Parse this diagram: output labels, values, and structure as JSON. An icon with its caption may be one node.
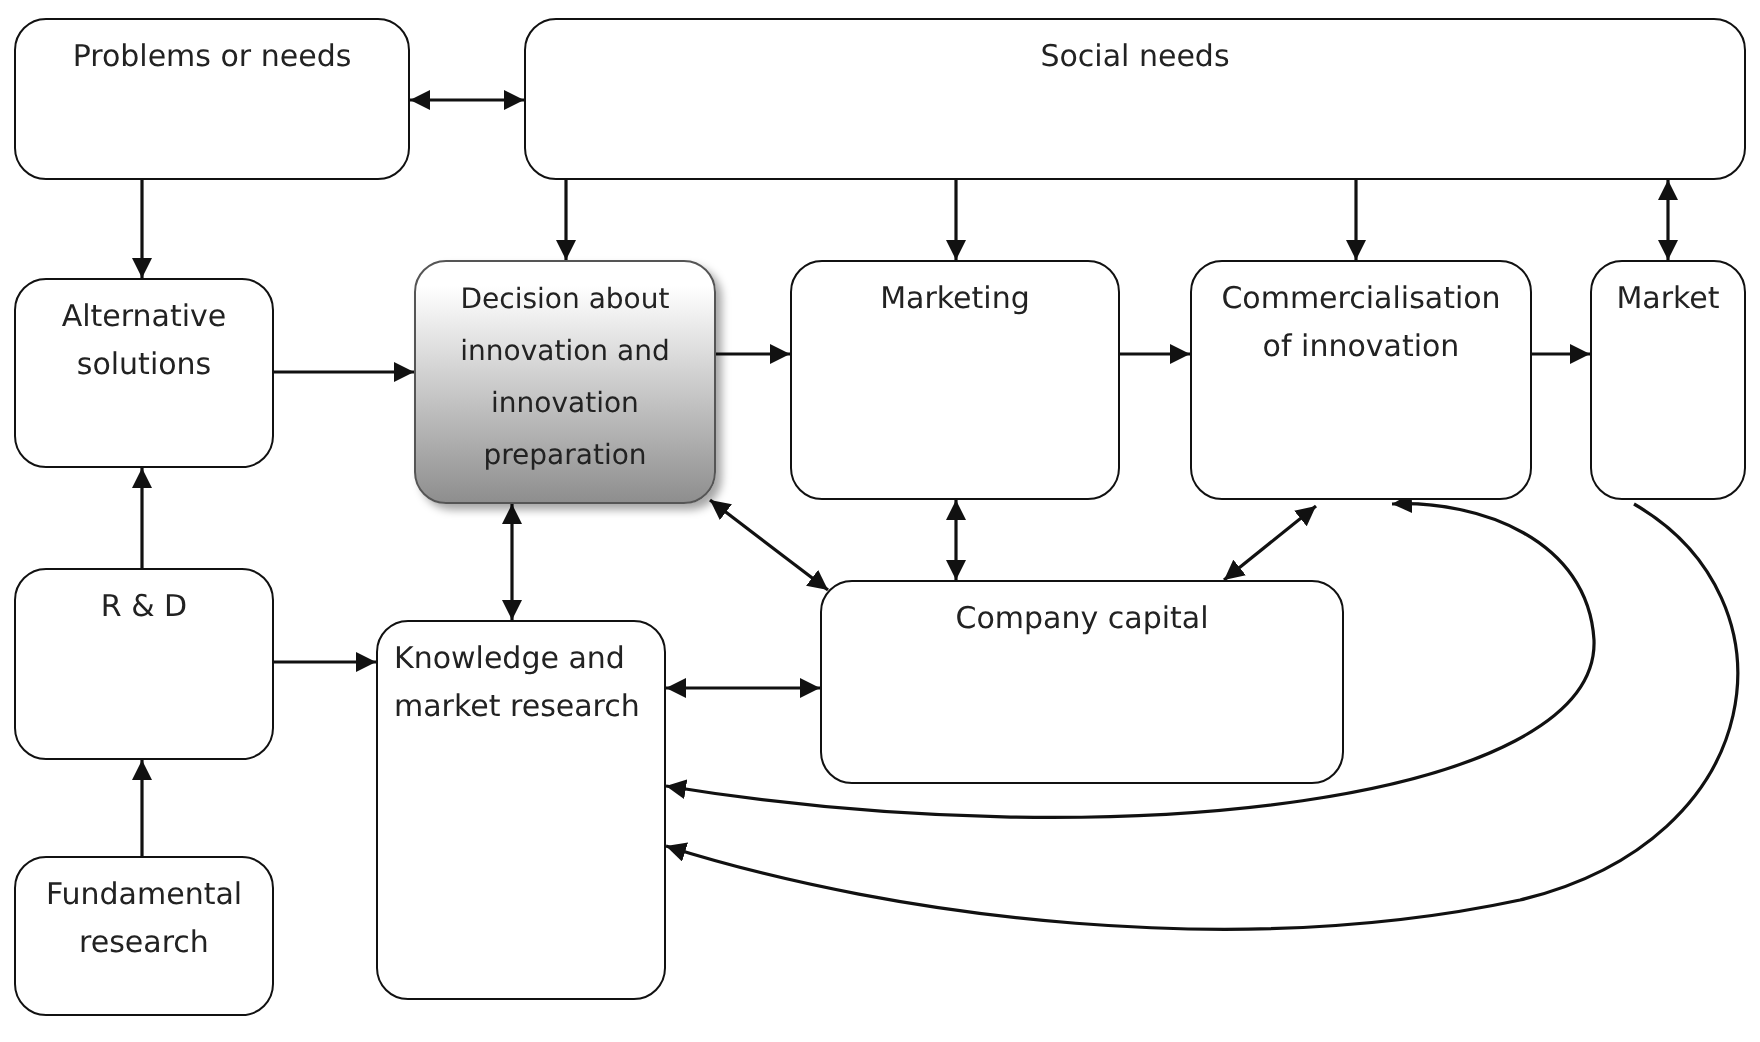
{
  "diagram": {
    "nodes": [
      {
        "text": [
          "Problems or needs"
        ]
      },
      {
        "text": [
          "Social needs"
        ]
      },
      {
        "text": [
          "Alternative solutions"
        ]
      },
      {
        "text": [
          "Decision about innovation and innovation preparation"
        ]
      },
      {
        "text": [
          "Marketing"
        ]
      },
      {
        "text": [
          "Commercialisation of innovation"
        ]
      },
      {
        "text": [
          "Market"
        ]
      },
      {
        "text": [
          "R & D"
        ]
      },
      {
        "text": [
          "Knowledge and market research"
        ]
      },
      {
        "text": [
          "Company capital"
        ]
      },
      {
        "text": [
          "Fundamental research"
        ]
      }
    ],
    "edges": [
      {
        "from": 0,
        "to": 1,
        "arrow": "both"
      },
      {
        "from": 0,
        "to": 2,
        "arrow": "to"
      },
      {
        "from": 1,
        "to": 3,
        "arrow": "to"
      },
      {
        "from": 1,
        "to": 4,
        "arrow": "to"
      },
      {
        "from": 1,
        "to": 5,
        "arrow": "to"
      },
      {
        "from": 1,
        "to": 6,
        "arrow": "both"
      },
      {
        "from": 2,
        "to": 3,
        "arrow": "to"
      },
      {
        "from": 3,
        "to": 4,
        "arrow": "to"
      },
      {
        "from": 4,
        "to": 5,
        "arrow": "to"
      },
      {
        "from": 5,
        "to": 6,
        "arrow": "to"
      },
      {
        "from": 3,
        "to": 8,
        "arrow": "both"
      },
      {
        "from": 3,
        "to": 9,
        "arrow": "both"
      },
      {
        "from": 4,
        "to": 9,
        "arrow": "both"
      },
      {
        "from": 5,
        "to": 9,
        "arrow": "both"
      },
      {
        "from": 7,
        "to": 2,
        "arrow": "to"
      },
      {
        "from": 7,
        "to": 8,
        "arrow": "to"
      },
      {
        "from": 8,
        "to": 9,
        "arrow": "both"
      },
      {
        "from": 10,
        "to": 7,
        "arrow": "to"
      },
      {
        "from": 8,
        "to": 5,
        "arrow": "both"
      },
      {
        "from": 6,
        "to": 8,
        "arrow": "to"
      }
    ]
  }
}
